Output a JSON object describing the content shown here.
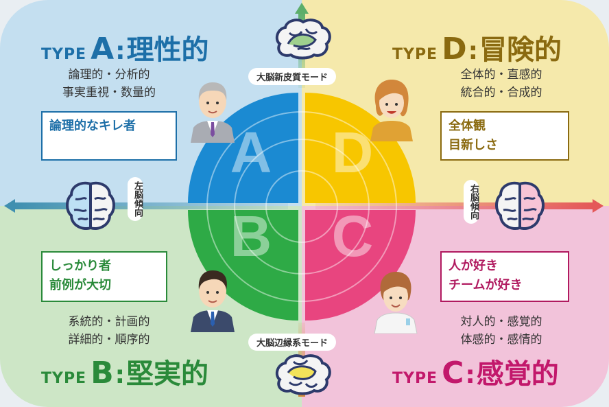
{
  "quadrants": {
    "a": {
      "type_label": "TYPE",
      "letter": "A",
      "colon": ":",
      "name": "理性的",
      "desc_line1": "論理的・分析的",
      "desc_line2": "事実重視・数量的",
      "box_line1": "論理的なキレ者",
      "box_line2": "",
      "color": "#1d6fa8"
    },
    "d": {
      "type_label": "TYPE",
      "letter": "D",
      "colon": ":",
      "name": "冒険的",
      "desc_line1": "全体的・直感的",
      "desc_line2": "統合的・合成的",
      "box_line1": "全体観",
      "box_line2": "目新しさ",
      "color": "#8a6a10"
    },
    "b": {
      "type_label": "TYPE",
      "letter": "B",
      "colon": ":",
      "name": "堅実的",
      "desc_line1": "系統的・計画的",
      "desc_line2": "詳細的・順序的",
      "box_line1": "しっかり者",
      "box_line2": "前例が大切",
      "color": "#2a8a3a"
    },
    "c": {
      "type_label": "TYPE",
      "letter": "C",
      "colon": ":",
      "name": "感覚的",
      "desc_line1": "対人的・感覚的",
      "desc_line2": "体感的・感情的",
      "box_line1": "人が好き",
      "box_line2": "チームが好き",
      "color": "#c2186b"
    }
  },
  "labels": {
    "top_mode": "大脳新皮質モード",
    "bottom_mode": "大脳辺縁系モード",
    "left_tendency": "左脳傾向",
    "right_tendency": "右脳傾向"
  },
  "circle": {
    "letters": [
      "A",
      "D",
      "B",
      "C"
    ],
    "colors": {
      "a": "#1b8ad2",
      "d": "#f7c600",
      "b": "#2eaa46",
      "c": "#e8457f"
    }
  },
  "icons": [
    "brain-top-icon",
    "brain-bottom-icon",
    "brain-left-icon",
    "brain-right-icon",
    "person-a-icon",
    "person-d-icon",
    "person-b-icon",
    "person-c-icon"
  ]
}
